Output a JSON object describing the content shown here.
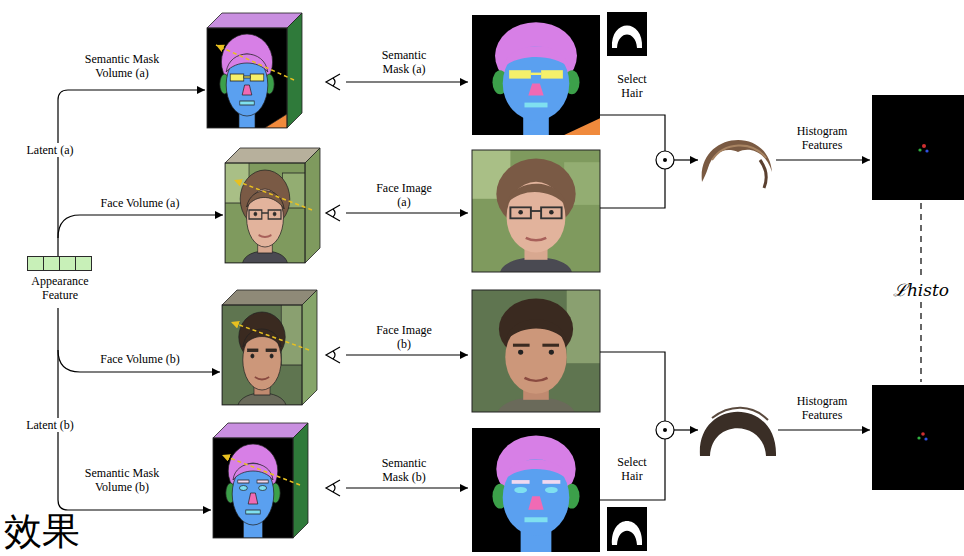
{
  "diagram": {
    "nodes": [
      {
        "text": [
          "Appearance Feature"
        ]
      }
    ],
    "labels": [
      "Semantic Mask Volume (a)",
      "Latent (a)",
      "Face Volume (a)",
      "Face Volume (b)",
      "Latent (b)",
      "Semantic Mask Volume (b)",
      "Semantic Mask (a)",
      "Face Image (a)",
      "Face Image (b)",
      "Semantic Mask (b)",
      "Select Hair",
      "Select Hair",
      "Histogram Features",
      "Histogram Features",
      "ℒhisto",
      "效果"
    ]
  }
}
